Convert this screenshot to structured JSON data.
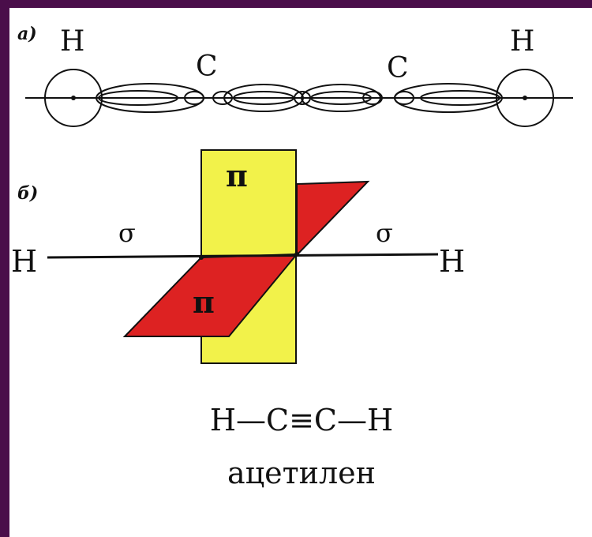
{
  "colors": {
    "frame": "#4a0e4a",
    "plane_yellow": "#f2f24a",
    "plane_red": "#dd2222",
    "line": "#111111",
    "background": "#ffffff"
  },
  "part_a": {
    "label": "а)",
    "atoms": [
      "H",
      "C",
      "C",
      "H"
    ]
  },
  "part_b": {
    "label": "б)",
    "pi_upper": "π",
    "pi_lower": "π",
    "sigma_left": "σ",
    "sigma_right": "σ",
    "h_left": "H",
    "h_right": "H"
  },
  "formula": "H—C≡C—H",
  "name": "ацетилен"
}
